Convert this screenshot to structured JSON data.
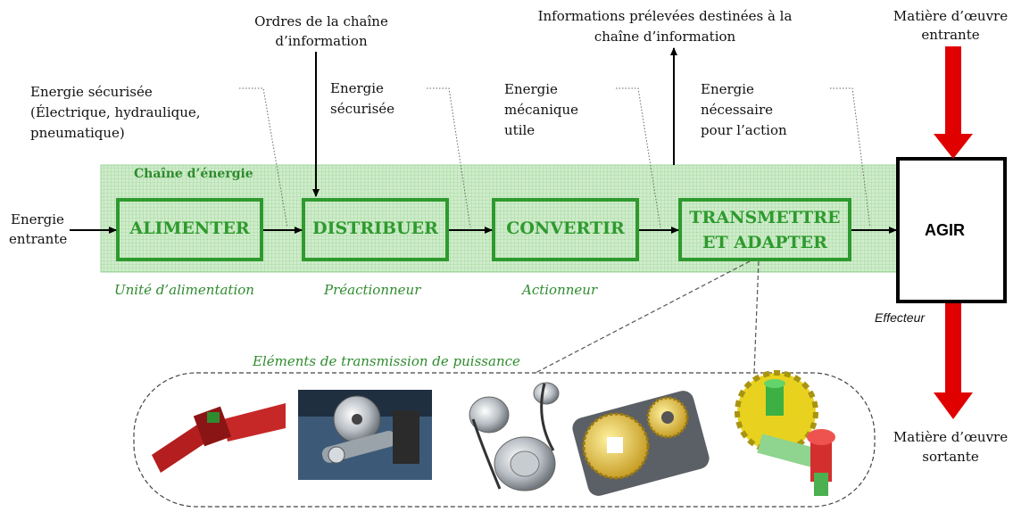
{
  "chain": {
    "title": "Chaîne d’énergie",
    "blocks": [
      {
        "label": "ALIMENTER",
        "sublabel": "Unité d’alimentation"
      },
      {
        "label": "DISTRIBUER",
        "sublabel": "Préactionneur"
      },
      {
        "label": "CONVERTIR",
        "sublabel": "Actionneur"
      },
      {
        "label_line1": "TRANSMETTRE",
        "label_line2": "ET ADAPTER"
      }
    ]
  },
  "agir": {
    "label": "AGIR",
    "sublabel": "Effecteur"
  },
  "inputs": {
    "energie_entrante": [
      "Energie",
      "entrante"
    ],
    "ordres": [
      "Ordres de la chaîne",
      "d’information"
    ],
    "informations": [
      "Informations prélevées destinées à la",
      "chaîne d’information"
    ],
    "matiere_entrante": [
      "Matière d’œuvre",
      "entrante"
    ],
    "matiere_sortante": [
      "Matière d’œuvre",
      "sortante"
    ]
  },
  "annotations": {
    "energie_securisee_1": [
      "Energie sécurisée",
      "(Électrique, hydraulique,",
      "pneumatique)"
    ],
    "energie_securisee_2": [
      "Energie",
      "sécurisée"
    ],
    "energie_mecanique": [
      "Energie",
      "mécanique",
      "utile"
    ],
    "energie_action": [
      "Energie",
      "nécessaire",
      "pour l’action"
    ]
  },
  "transmission": {
    "title": "Eléments de transmission de puissance",
    "images": [
      "cardan-joint",
      "crank-mechanism",
      "belt-pulleys",
      "gearbox",
      "gear-rack"
    ]
  },
  "colors": {
    "green": "#2e9a2e",
    "grid_bg": "#c6e8c0",
    "red": "#e00000"
  }
}
